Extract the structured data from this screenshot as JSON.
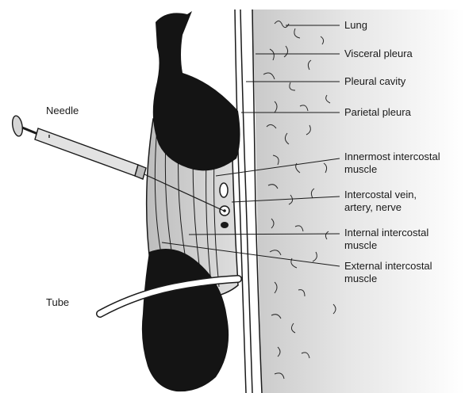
{
  "labels": {
    "lung": "Lung",
    "visceral_pleura": "Visceral pleura",
    "pleural_cavity": "Pleural cavity",
    "parietal_pleura": "Parietal pleura",
    "innermost_line1": "Innermost intercostal",
    "innermost_line2": "muscle",
    "vessels_line1": "Intercostal vein,",
    "vessels_line2": "artery, nerve",
    "internal_line1": "Internal intercostal",
    "internal_line2": "muscle",
    "external_line1": "External intercostal",
    "external_line2": "muscle",
    "needle": "Needle",
    "tube": "Tube"
  },
  "colors": {
    "lung_gray": "#d4d4d4",
    "muscle_gray": "#c8c8c8",
    "rib_black": "#141414",
    "outline": "#1a1a1a"
  }
}
